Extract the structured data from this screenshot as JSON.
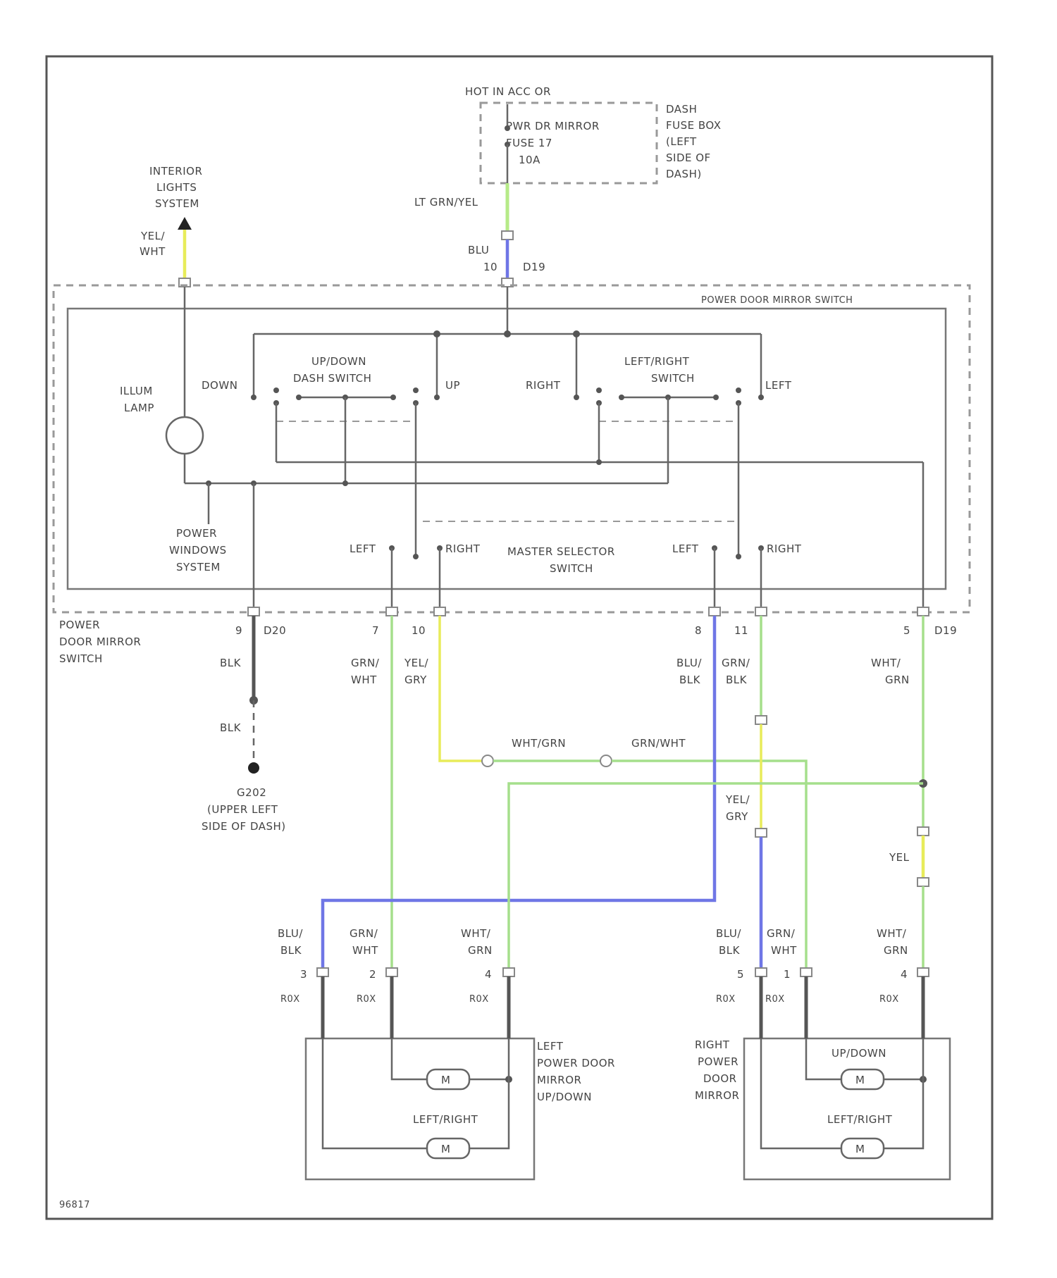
{
  "fuse": {
    "hot": "HOT IN ACC OR",
    "name": "PWR DR MIRROR",
    "number": "FUSE 17",
    "rating": "10A",
    "box_label": [
      "DASH",
      "FUSE BOX",
      "(LEFT",
      "SIDE OF",
      "DASH)"
    ]
  },
  "wires": {
    "lt_grn_yel": "LT GRN/YEL",
    "blu": "BLU",
    "yel_wht_top": [
      "YEL/",
      "WHT"
    ],
    "blk": "BLK",
    "blk2": "BLK",
    "grn_wht": [
      "GRN/",
      "WHT"
    ],
    "yel_gry": [
      "YEL/",
      "GRY"
    ],
    "blu_blk": [
      "BLU/",
      "BLK"
    ],
    "grn_blk": [
      "GRN/",
      "BLK"
    ],
    "wht_grn": [
      "WHT/",
      "GRN"
    ],
    "wht_grn_mid": "WHT/GRN",
    "grn_wht_mid": "GRN/WHT",
    "yel_gry_right": [
      "YEL/",
      "GRY"
    ],
    "yel": "YEL"
  },
  "connector_top": {
    "pin": "10",
    "name": "D19"
  },
  "interior": [
    "INTERIOR",
    "LIGHTS",
    "SYSTEM"
  ],
  "switch": {
    "title": "POWER DOOR MIRROR SWITCH",
    "illum": [
      "ILLUM",
      "LAMP"
    ],
    "down": "DOWN",
    "up": "UP",
    "right": "RIGHT",
    "left": "LEFT",
    "updown": [
      "UP/DOWN",
      "DASH SWITCH"
    ],
    "leftright": [
      "LEFT/RIGHT",
      "SWITCH"
    ],
    "powerwin": [
      "POWER",
      "WINDOWS",
      "SYSTEM"
    ],
    "sel_left1": "LEFT",
    "sel_right1": "RIGHT",
    "sel_left2": "LEFT",
    "sel_right2": "RIGHT",
    "master": [
      "MASTER SELECTOR",
      "SWITCH"
    ]
  },
  "switch_label": [
    "POWER",
    "DOOR MIRROR",
    "SWITCH"
  ],
  "pins": {
    "p9": "9",
    "d20": "D20",
    "p7": "7",
    "p10": "10",
    "p8": "8",
    "p11": "11",
    "p5": "5",
    "d19": "D19"
  },
  "ground": [
    "G202",
    "(UPPER LEFT",
    "SIDE OF DASH)"
  ],
  "mirror_pins": {
    "l3": "3",
    "l2": "2",
    "l4": "4",
    "r5": "5",
    "r1": "1",
    "r4": "4",
    "rex": "R0X"
  },
  "left_mirror": {
    "label": [
      "LEFT",
      "POWER DOOR",
      "MIRROR",
      "UP/DOWN"
    ],
    "leftright": "LEFT/RIGHT",
    "motor": "M"
  },
  "right_mirror": {
    "label": [
      "RIGHT",
      "POWER",
      "DOOR",
      "MIRROR"
    ],
    "updown": "UP/DOWN",
    "leftright": "LEFT/RIGHT",
    "motor": "M"
  },
  "footer": "96817"
}
